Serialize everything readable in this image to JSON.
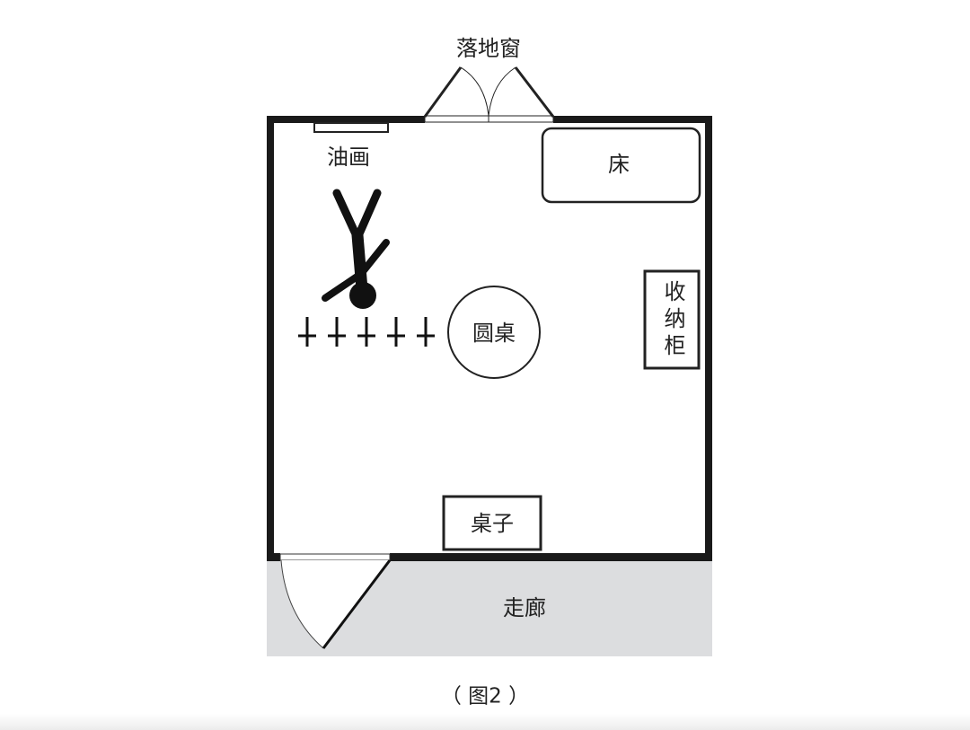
{
  "figure": {
    "caption": "（ 图2 ）",
    "colors": {
      "wall": "#1a1a1a",
      "hallway": "#dcdddf",
      "background": "#ffffff",
      "text": "#222222"
    }
  },
  "room": {
    "window_label": "落地窗",
    "painting_label": "油画",
    "bed_label": "床",
    "round_table_label": "圆桌",
    "cabinet_label": "收纳柜",
    "desk_label": "桌子",
    "hallway_label": "走廊",
    "figure_icon": "upside-down-stick-figure",
    "cross_icon": "inverted-cross",
    "cross_count": 5
  }
}
